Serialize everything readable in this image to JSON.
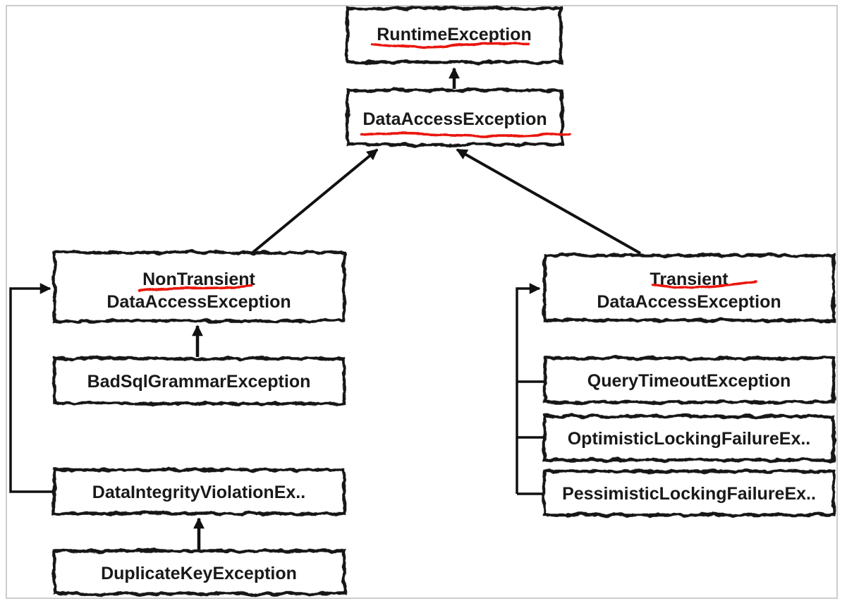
{
  "diagram": {
    "type": "class-hierarchy",
    "nodes": {
      "runtime": {
        "label": "RuntimeException"
      },
      "dataaccess": {
        "label": "DataAccessException"
      },
      "nontransient": {
        "line1": "NonTransient",
        "line2": "DataAccessException"
      },
      "transient": {
        "line1": "Transient",
        "line2": "DataAccessException"
      },
      "badsql": {
        "label": "BadSqlGrammarException"
      },
      "dataintegrity": {
        "label": "DataIntegrityViolationEx.."
      },
      "duplicatekey": {
        "label": "DuplicateKeyException"
      },
      "querytimeout": {
        "label": "QueryTimeoutException"
      },
      "optimistic": {
        "label": "OptimisticLockingFailureEx.."
      },
      "pessimistic": {
        "label": "PessimisticLockingFailureEx.."
      }
    },
    "edges": [
      {
        "from": "DataAccessException",
        "to": "RuntimeException"
      },
      {
        "from": "NonTransientDataAccessException",
        "to": "DataAccessException"
      },
      {
        "from": "TransientDataAccessException",
        "to": "DataAccessException"
      },
      {
        "from": "BadSqlGrammarException",
        "to": "NonTransientDataAccessException"
      },
      {
        "from": "DataIntegrityViolationEx..",
        "to": "NonTransientDataAccessException"
      },
      {
        "from": "DuplicateKeyException",
        "to": "DataIntegrityViolationEx.."
      },
      {
        "from": "QueryTimeoutException",
        "to": "TransientDataAccessException"
      },
      {
        "from": "OptimisticLockingFailureEx..",
        "to": "TransientDataAccessException"
      },
      {
        "from": "PessimisticLockingFailureEx..",
        "to": "TransientDataAccessException"
      }
    ],
    "red_underlined_labels": [
      "RuntimeException",
      "DataAccessException",
      "NonTransient",
      "Transient"
    ],
    "colors": {
      "box_border": "#161616",
      "text": "#191919",
      "arrow": "#111111",
      "annotation_red": "#ea140c",
      "background": "#ffffff",
      "frame_border": "#cccccc"
    }
  }
}
